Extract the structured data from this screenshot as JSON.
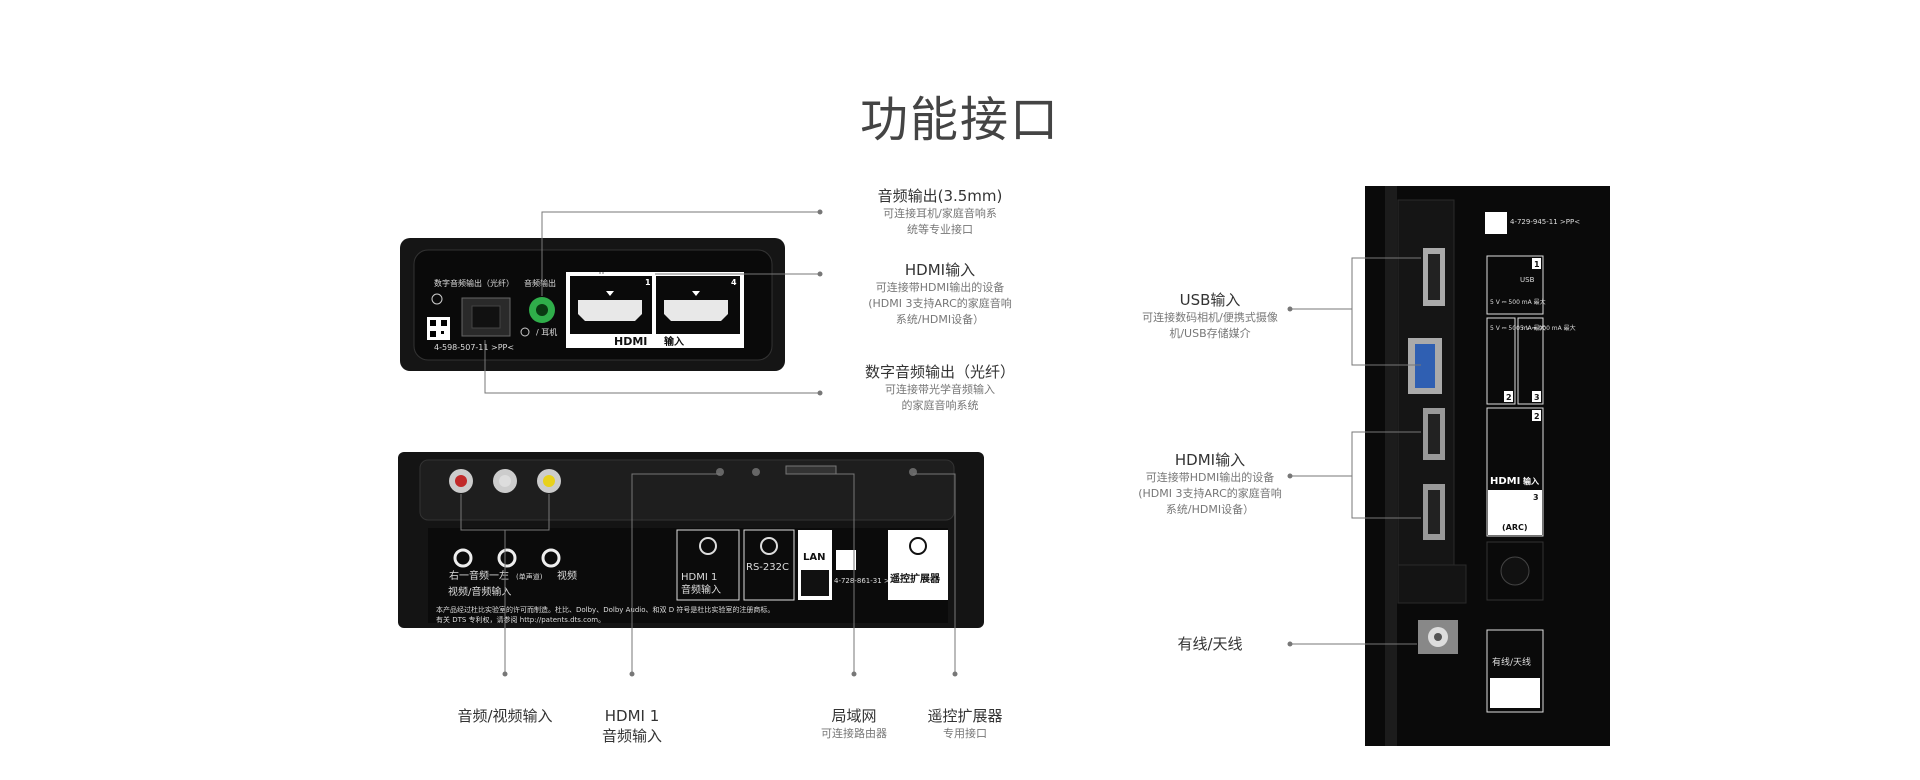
{
  "page_title": "功能接口",
  "panel1": {
    "optical_label": "数字音频输出（光纤）",
    "audio_out_label": "音频输出",
    "headphone_label": "/ 耳机",
    "serial": "4-598-507-11 >PP<",
    "hdmi_nums": [
      "1",
      "4"
    ],
    "hdmi_label": "HDMI",
    "hdmi_label_suffix": "输入"
  },
  "panel2": {
    "av_in_label": "视频/音频输入",
    "av_row_label": "右一音频一左",
    "mono_label": "(单声道)",
    "video_label": "视频",
    "hdmi1_label": "HDMI 1",
    "hdmi1_audio_label": "音频输入",
    "rs232_label": "RS-232C",
    "lan_label": "LAN",
    "serial": "4-728-861-31 >PP<",
    "ir_label": "遥控扩展器",
    "legal_line1": "本产品经过杜比实验室的许可而制造。杜比、Dolby、Dolby Audio、和双 D 符号是杜比实验室的注册商标。",
    "legal_line2": "有关 DTS 专利权，请参阅 http://patents.dts.com。"
  },
  "panel3": {
    "serial": "4-729-945-11 >PP<",
    "usb1_num": "1",
    "usb_label": "USB",
    "usb2_spec": "5 V ⎓ 500 mA 最大",
    "usb2_num": "2",
    "usb3_spec": "5 V ⎓ 900 mA 最大",
    "usb3_num": "3",
    "usb1_spec": "5 V ⎓ 500 mA 最大",
    "hdmi2_num": "2",
    "hdmi_label": "HDMI",
    "hdmi_label_suffix": "输入",
    "hdmi3_num": "3",
    "arc_label": "(ARC)",
    "antenna_label": "有线/天线"
  },
  "callouts": {
    "audio_out": {
      "title": "音频输出(3.5mm)",
      "desc1": "可连接耳机/家庭音响系",
      "desc2": "统等专业接口"
    },
    "hdmi_in_top": {
      "title": "HDMI输入",
      "desc1": "可连接带HDMI输出的设备",
      "desc2": "(HDMI 3支持ARC的家庭音响",
      "desc3": "系统/HDMI设备）"
    },
    "optical": {
      "title": "数字音频输出（光纤）",
      "desc1": "可连接带光学音频输入",
      "desc2": "的家庭音响系统"
    },
    "av_in": {
      "title": "音频/视频输入"
    },
    "hdmi1_audio": {
      "title": "HDMI 1",
      "title2": "音频输入"
    },
    "lan": {
      "title": "局域网",
      "desc1": "可连接路由器"
    },
    "ir": {
      "title": "遥控扩展器",
      "desc1": "专用接口"
    },
    "usb": {
      "title": "USB输入",
      "desc1": "可连接数码相机/便携式摄像",
      "desc2": "机/USB存储媒介"
    },
    "hdmi_in_right": {
      "title": "HDMI输入",
      "desc1": "可连接带HDMI输出的设备",
      "desc2": "(HDMI 3支持ARC的家庭音响",
      "desc3": "系统/HDMI设备）"
    },
    "antenna": {
      "title": "有线/天线"
    }
  }
}
